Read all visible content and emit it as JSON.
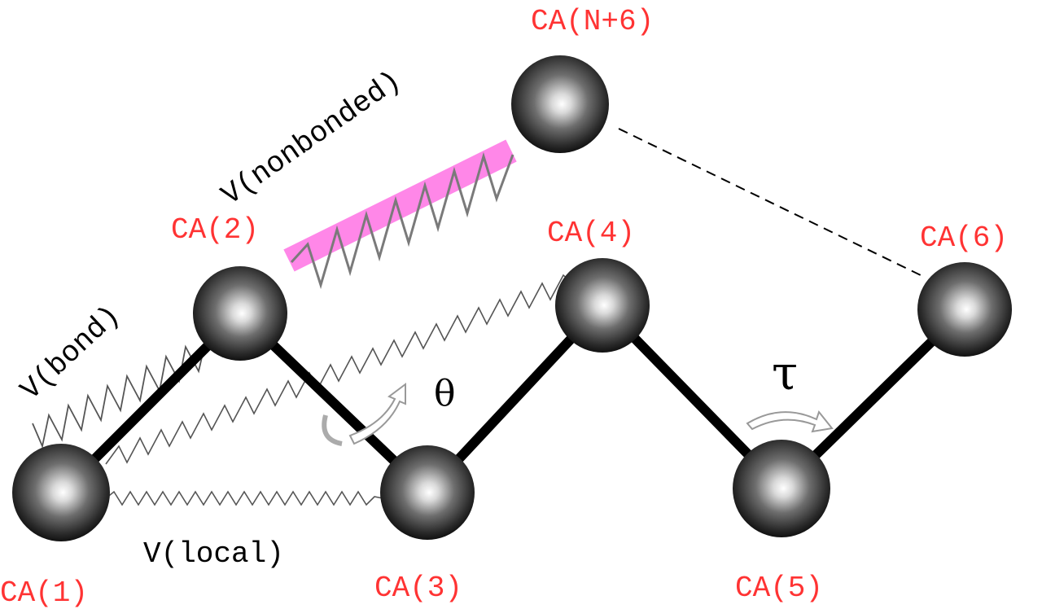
{
  "atoms": {
    "ca1": "CA(1)",
    "ca2": "CA(2)",
    "ca3": "CA(3)",
    "ca4": "CA(4)",
    "ca5": "CA(5)",
    "ca6": "CA(6)",
    "caN6": "CA(N+6)"
  },
  "potentials": {
    "bond": "V(bond)",
    "nonbonded": "V(nonbonded)",
    "local": "V(local)"
  },
  "angles": {
    "bond_angle": "θ",
    "torsion": "τ"
  },
  "colors": {
    "atom_label": "#ff3333",
    "potential_label": "#000000",
    "backbone": "#000000",
    "spring": "#555555",
    "nonbonded_band": "#ff7be6",
    "dashed_link": "#000000"
  }
}
